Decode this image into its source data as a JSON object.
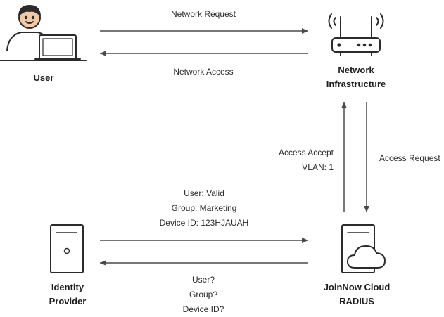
{
  "nodes": {
    "user": "User",
    "network_line1": "Network",
    "network_line2": "Infrastructure",
    "idp_line1": "Identity",
    "idp_line2": "Provider",
    "radius_line1": "JoinNow Cloud",
    "radius_line2": "RADIUS"
  },
  "edges": {
    "network_request": "Network Request",
    "network_access": "Network Access",
    "access_accept": "Access Accept",
    "vlan": "VLAN: 1",
    "access_request": "Access Request",
    "user_valid": "User: Valid",
    "group_marketing": "Group: Marketing",
    "device_id": "Device ID: 123HJAUAH",
    "user_q": "User?",
    "group_q": "Group?",
    "device_q": "Device ID?"
  },
  "colors": {
    "line": "#4a4a4a",
    "icon_stroke": "#2b2b2b",
    "skin": "#f1c9a5"
  },
  "icons": [
    "person-at-laptop-icon",
    "wifi-router-icon",
    "server-tower-icon",
    "cloud-server-icon"
  ]
}
